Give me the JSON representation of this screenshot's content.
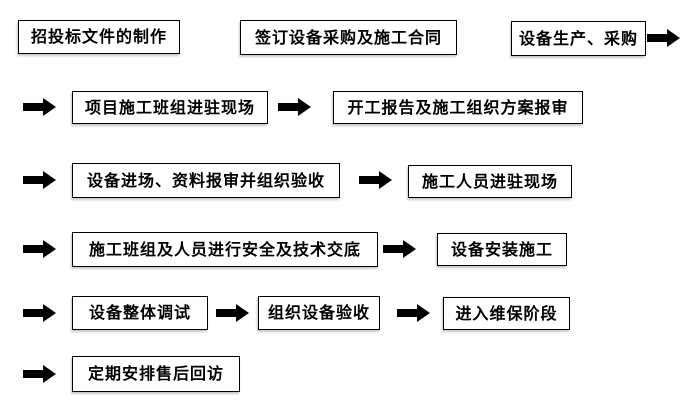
{
  "flowchart": {
    "colors": {
      "background": "#ffffff",
      "box_border": "#000000",
      "box_fill": "#ffffff",
      "text": "#000000",
      "arrow": "#000000"
    },
    "arrow_icon": "solid-right-block-arrow",
    "nodes": [
      {
        "label": "招投标文件的制作"
      },
      {
        "label": "签订设备采购及施工合同"
      },
      {
        "label": "设备生产、采购"
      },
      {
        "label": "项目施工班组进驻现场"
      },
      {
        "label": "开工报告及施工组织方案报审"
      },
      {
        "label": "设备进场、资料报审并组织验收"
      },
      {
        "label": "施工人员进驻现场"
      },
      {
        "label": "施工班组及人员进行安全及技术交底"
      },
      {
        "label": "设备安装施工"
      },
      {
        "label": "设备整体调试"
      },
      {
        "label": "组织设备验收"
      },
      {
        "label": "进入维保阶段"
      },
      {
        "label": "定期安排售后回访"
      }
    ],
    "sequence": [
      "招投标文件的制作",
      "签订设备采购及施工合同",
      "设备生产、采购",
      "项目施工班组进驻现场",
      "开工报告及施工组织方案报审",
      "设备进场、资料报审并组织验收",
      "施工人员进驻现场",
      "施工班组及人员进行安全及技术交底",
      "设备安装施工",
      "设备整体调试",
      "组织设备验收",
      "进入维保阶段",
      "定期安排售后回访"
    ]
  }
}
